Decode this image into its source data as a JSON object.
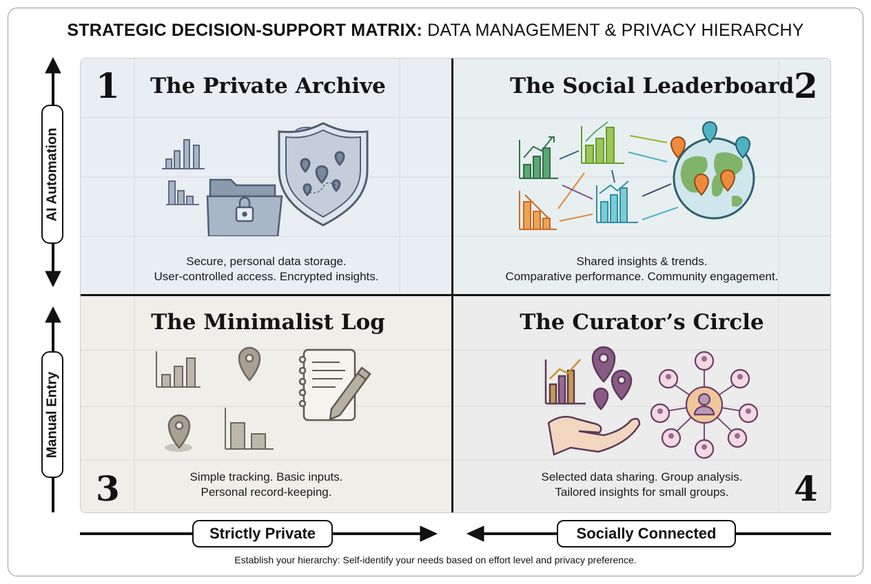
{
  "title": {
    "bold_part": "STRATEGIC DECISION-SUPPORT MATRIX:",
    "regular_part": " DATA MANAGEMENT & PRIVACY HIERARCHY"
  },
  "axes": {
    "y_top": "AI Automation",
    "y_bottom": "Manual Entry",
    "x_left": "Strictly Private",
    "x_right": "Socially Connected"
  },
  "quadrants": [
    {
      "number": "1",
      "title": "The Private Archive",
      "desc_line1": "Secure, personal data storage.",
      "desc_line2": "User-controlled access. Encrypted insights.",
      "icons": [
        "bar-chart-icon",
        "database-icon",
        "locked-folder-icon",
        "shield-map-icon"
      ]
    },
    {
      "number": "2",
      "title": "The Social Leaderboard",
      "desc_line1": "Shared insights & trends.",
      "desc_line2": "Comparative performance. Community engagement.",
      "icons": [
        "trend-chart-icon",
        "globe-pins-icon",
        "exchange-arrows-icon"
      ]
    },
    {
      "number": "3",
      "title": "The Minimalist Log",
      "desc_line1": "Simple tracking. Basic inputs.",
      "desc_line2": "Personal record-keeping.",
      "icons": [
        "bar-chart-icon",
        "location-pin-icon",
        "notebook-pen-icon"
      ]
    },
    {
      "number": "4",
      "title": "The Curator’s Circle",
      "desc_line1": "Selected data sharing. Group analysis.",
      "desc_line2": "Tailored insights for small groups.",
      "icons": [
        "hand-chart-icon",
        "people-network-icon"
      ]
    }
  ],
  "footnote": "Establish your hierarchy: Self-identify your needs based on effort level and privacy preference.",
  "colors": {
    "q1_bg": "#e9eef3",
    "q2_bg": "#e8eff0",
    "q3_bg": "#f0eee9",
    "q4_bg": "#ececec",
    "slate": "#6f7f95",
    "green": "#4f9a6a",
    "orange": "#e08a3c",
    "teal": "#4fb3c4",
    "taupe": "#8f897c",
    "purple": "#7d4f7a"
  }
}
